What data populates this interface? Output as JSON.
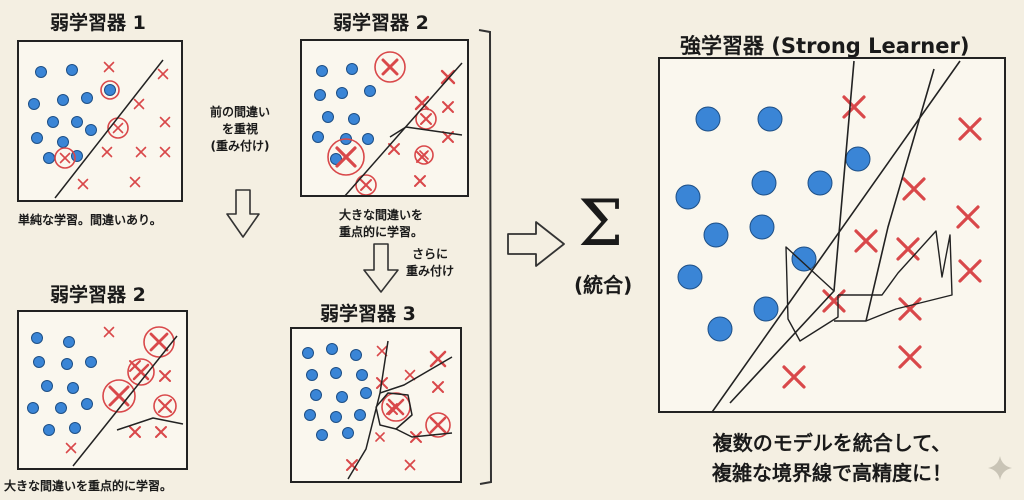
{
  "learners": {
    "weak1_title": "弱学習器 1",
    "weak2_top_title": "弱学習器 2",
    "weak2_bottom_title": "弱学習器 2",
    "weak3_title": "弱学習器 3",
    "strong_title": "強学習器 (Strong Learner)"
  },
  "notes": {
    "weak1_caption": "単純な学習。間違いあり。",
    "reweight": [
      "前の間違い",
      "を重視",
      "(重み付け)"
    ],
    "weak2_caption": [
      "大きな間違いを",
      "重点的に学習。"
    ],
    "more_weight": [
      "さらに",
      "重み付け"
    ],
    "bottom_caption": "大きな間違いを重点的に学習。",
    "sum_symbol": "Σ",
    "combine_label": "(統合)",
    "strong_caption": [
      "複数のモデルを統合して、",
      "複雑な境界線で高精度に！"
    ]
  },
  "colors": {
    "blue": "#3a85d6",
    "red": "#d9484a",
    "ink": "#222222"
  },
  "icons": [
    "arrow-down-icon",
    "arrow-right-icon",
    "sparkle-icon"
  ]
}
